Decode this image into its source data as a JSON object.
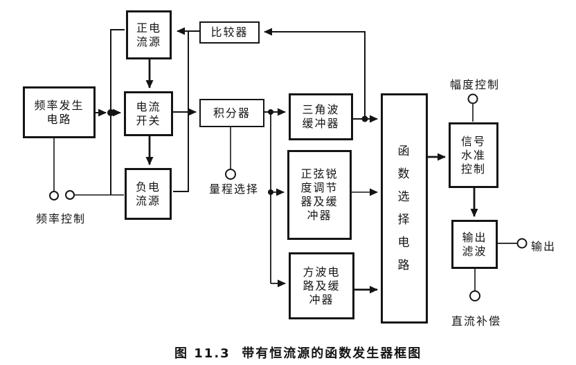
{
  "figure": {
    "caption": "图 11.3  带有恒流源的函数发生器框图"
  },
  "blocks": {
    "freq_gen": "频率发生\n电路",
    "pos_current": "正电\n流源",
    "comparator": "比较器",
    "current_switch": "电流\n开关",
    "neg_current": "负电\n流源",
    "integrator": "积分器",
    "tri_buffer": "三角波\n缓冲器",
    "sine_shaper": "正弦锐\n度调节\n器及缓\n冲器",
    "square_circuit": "方波电\n路及缓\n冲器",
    "func_select": "函\n数\n选\n择\n电\n路",
    "signal_level": "信号\n水准\n控制",
    "output_filter": "输出\n滤波"
  },
  "terminals": {
    "freq_control": "频率控制",
    "range_select": "量程选择",
    "amplitude_control": "幅度控制",
    "output": "输出",
    "dc_compensation": "直流补偿"
  },
  "colors": {
    "ink": "#141414",
    "paper": "#ffffff"
  }
}
